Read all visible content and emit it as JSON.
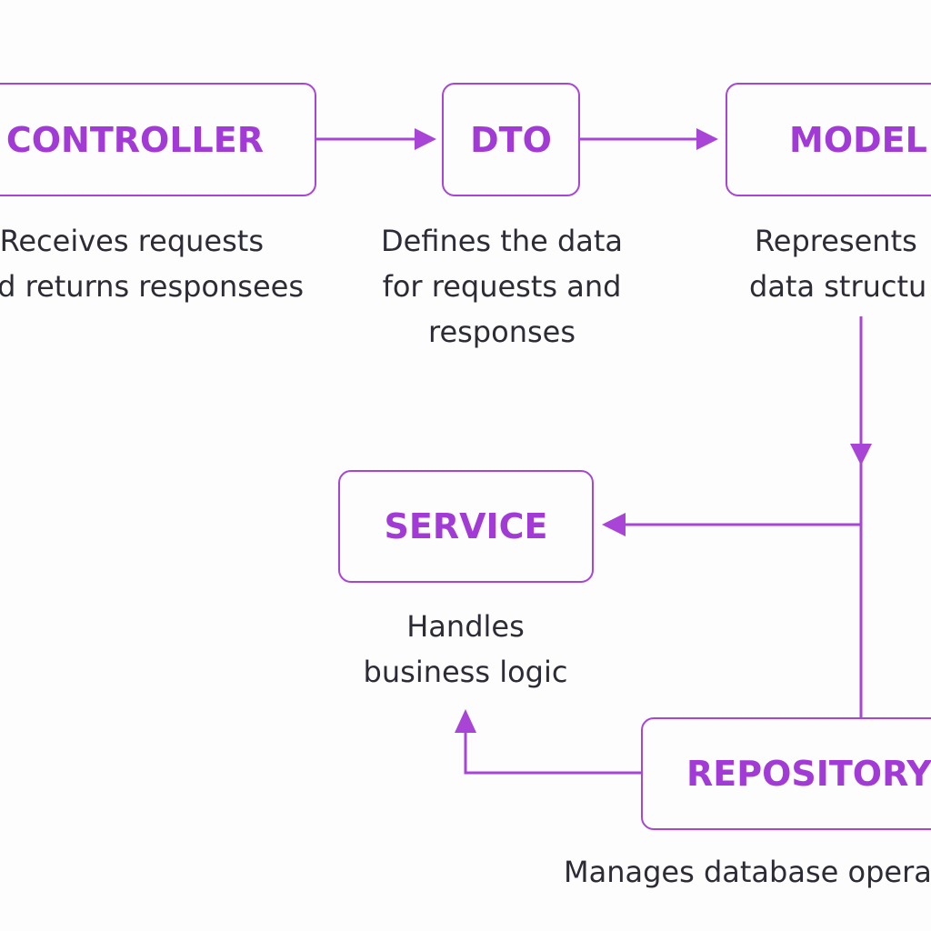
{
  "colors": {
    "accent": "#a845d6",
    "text": "#2c2c36",
    "background": "#fdfdfd"
  },
  "nodes": {
    "controller": {
      "title": "CONTROLLER",
      "desc": [
        "Receives requests",
        "d returns responsees"
      ]
    },
    "dto": {
      "title": "DTO",
      "desc": [
        "Defines the data",
        "for requests and",
        "responses"
      ]
    },
    "model": {
      "title": "MODEL",
      "desc": [
        "Represents",
        "data structu"
      ]
    },
    "service": {
      "title": "SERVICE",
      "desc": [
        "Handles",
        "business logic"
      ]
    },
    "repository": {
      "title": "REPOSITORY",
      "desc": [
        "Manages database opera"
      ]
    }
  }
}
